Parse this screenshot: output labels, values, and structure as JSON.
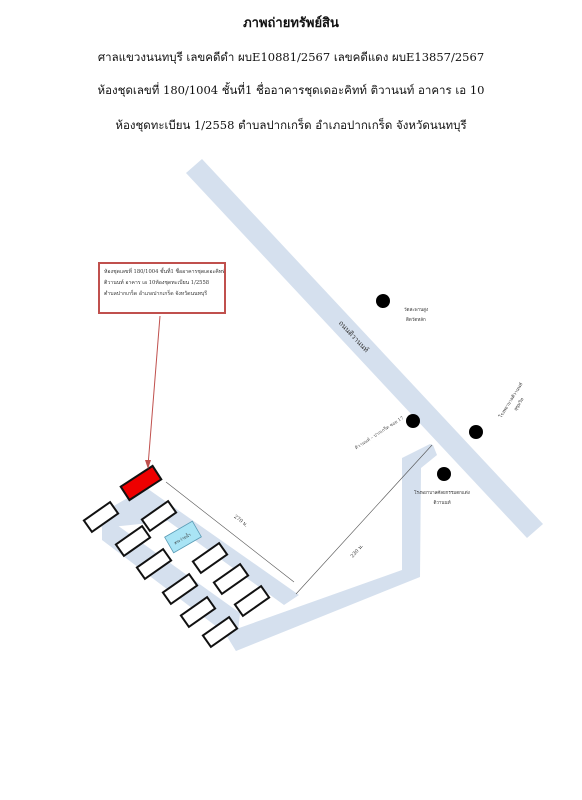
{
  "header": {
    "title": "ภาพถ่ายทรัพย์สิน",
    "line1": "ศาลแขวงนนทบุรี เลขคดีดำ ผบE10881/2567  เลขคดีแดง ผบE13857/2567",
    "line2": "ห้องชุดเลขที่ 180/1004 ชั้นที่1  ชื่ออาคารชุดเดอะคิทท์ ติวานนท์ อาคาร  เอ  10",
    "line3": "ห้องชุดทะเบียน 1/2558 ตำบลปากเกร็ด  อำเภอปากเกร็ด  จังหวัดนนทบุรี"
  },
  "map": {
    "callout_lines": [
      "ห้องชุดเลขที่ 180/1004 ชั้นที่1  ชื่ออาคารชุดเดอะคิทท์",
      "ติวานนท์ อาคาร เอ 10ห้องชุดทะเบียน 1/2558",
      "ตำบลปากเกร็ด อำเภอปากเกร็ด  จังหวัดนนทบุรี"
    ],
    "main_road": "ถนนติวานนท์",
    "soi_label": "ติวานนท์ – ปากเกร็ด ซอย 17",
    "pool_label": "สระว่ายน้ำ",
    "dist1": "270 ม.",
    "dist2": "230 ม.",
    "landmark_temple": "วัดสะพานสูง",
    "landmark_temple_sub": "ติดวัดหลัก",
    "landmark_school": "โรงพยาบาลติวานนท์",
    "landmark_school_sub": "สุขุมวิท",
    "landmark_market": "โรงพยาบาลศัลยกรรมตกแต่ง",
    "landmark_market_sub": "ติวานนท์",
    "colors": {
      "road": "#d5e0ee",
      "target": "#ee0000",
      "callout_border": "#c0504d",
      "pool": "#a9e4f5"
    }
  }
}
